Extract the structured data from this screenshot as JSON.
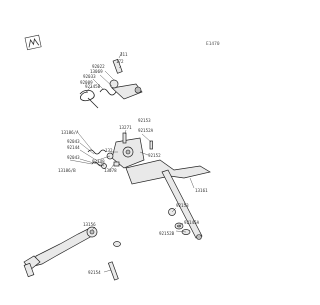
{
  "diagram_code": "E1470",
  "callouts": {
    "p311": "311",
    "p172": "172",
    "p92022": "92022",
    "p13069": "13069",
    "p92033": "92033",
    "p92009": "92009",
    "p92145B": "92145B",
    "p92153": "92153",
    "p13271": "13271",
    "p92152A": "92152A",
    "p13186A": "13186/A",
    "p92043": "92043",
    "p92144": "92144",
    "p92043b": "92043",
    "p132": "132",
    "p92152b": "92152",
    "p92148": "92148",
    "p13078": "13078",
    "p13186B": "13186/B",
    "p92153b": "92153",
    "p13161": "13161",
    "p13156": "13156",
    "p92145A": "92145A",
    "p92152B": "92152B",
    "p92154": "92154"
  },
  "colors": {
    "line": "#222222",
    "part_fill": "#e9e9e9",
    "part_dark": "#bdbdbd"
  },
  "icons": {
    "brand": "kawasaki-logo-icon"
  }
}
